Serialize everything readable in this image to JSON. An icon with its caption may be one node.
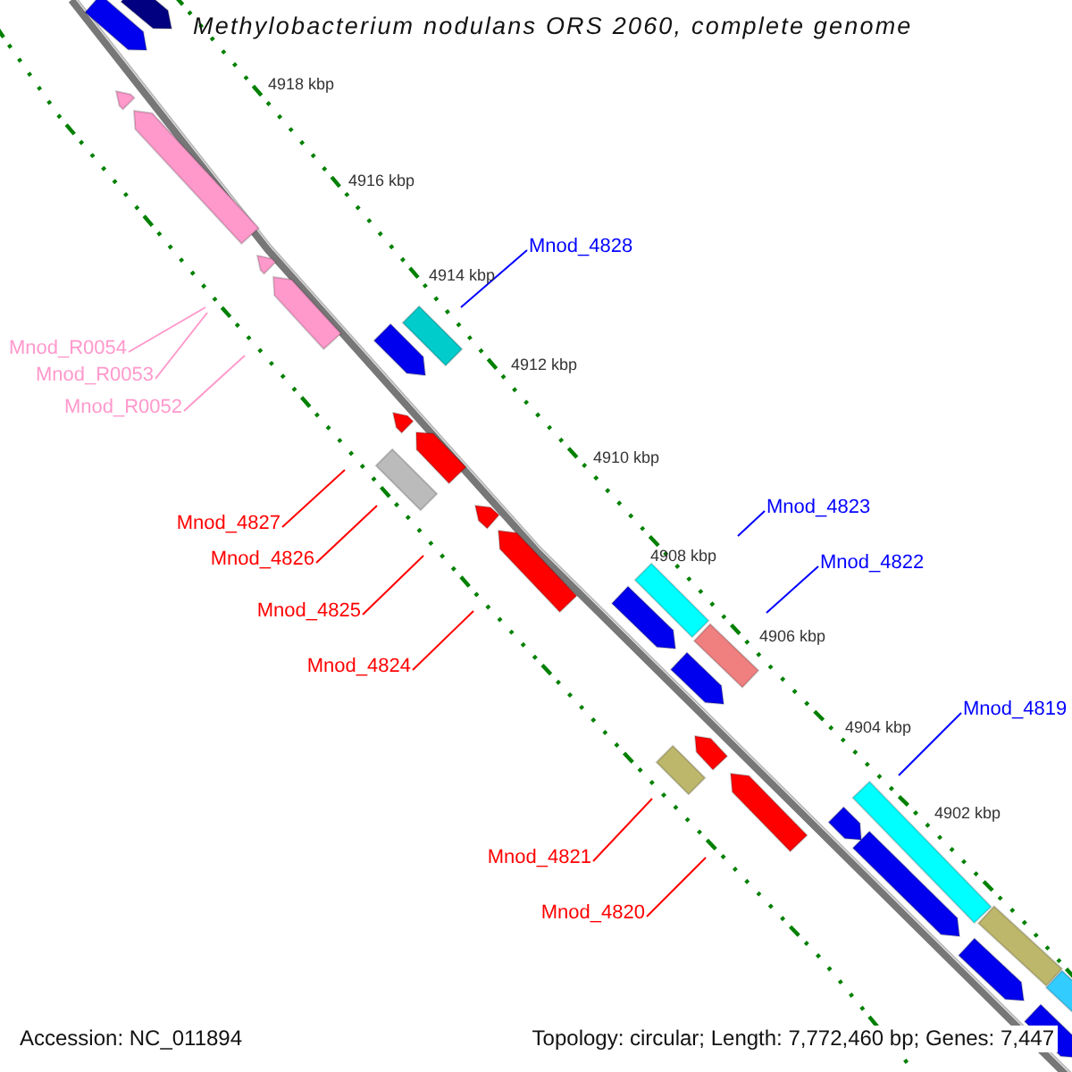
{
  "diagram": {
    "title": "Methylobacterium nodulans ORS 2060, complete genome",
    "nodes": [
      {
        "text": [
          "Mnod_4828"
        ]
      },
      {
        "text": [
          "Mnod_R0054"
        ]
      },
      {
        "text": [
          "Mnod_R0053"
        ]
      },
      {
        "text": [
          "Mnod_R0052"
        ]
      },
      {
        "text": [
          "Mnod_4823"
        ]
      },
      {
        "text": [
          "Mnod_4827"
        ]
      },
      {
        "text": [
          "Mnod_4826"
        ]
      },
      {
        "text": [
          "Mnod_4822"
        ]
      },
      {
        "text": [
          "Mnod_4825"
        ]
      },
      {
        "text": [
          "Mnod_4824"
        ]
      },
      {
        "text": [
          "Mnod_4819"
        ]
      },
      {
        "text": [
          "Mnod_4821"
        ]
      },
      {
        "text": [
          "Mnod_4820"
        ]
      }
    ],
    "edges": [
      {
        "from": 0,
        "to": null,
        "arrow": "none",
        "color": "#0000ff"
      },
      {
        "from": 1,
        "to": null,
        "arrow": "none",
        "color": "#ff99cc"
      },
      {
        "from": 2,
        "to": null,
        "arrow": "none",
        "color": "#ff99cc"
      },
      {
        "from": 3,
        "to": null,
        "arrow": "none",
        "color": "#ff99cc"
      },
      {
        "from": 4,
        "to": null,
        "arrow": "none",
        "color": "#0000ff"
      },
      {
        "from": 5,
        "to": null,
        "arrow": "none"
      },
      {
        "from": 6,
        "to": null,
        "arrow": "none"
      },
      {
        "from": 7,
        "to": null,
        "arrow": "none",
        "color": "#0000ff"
      },
      {
        "from": 8,
        "to": null,
        "arrow": "none"
      },
      {
        "from": 9,
        "to": null,
        "arrow": "none"
      },
      {
        "from": 10,
        "to": null,
        "arrow": "none",
        "color": "#0000ff"
      },
      {
        "from": 11,
        "to": null,
        "arrow": "none"
      },
      {
        "from": 12,
        "to": null,
        "arrow": "none"
      }
    ],
    "labels": [
      "4918 kbp",
      "4916 kbp",
      "4914 kbp",
      "4912 kbp",
      "4910 kbp",
      "4908 kbp",
      "4906 kbp",
      "4904 kbp",
      "4902 kbp",
      "Accession: NC_011894",
      "Topology: circular; Length: 7,772,460 bp; Genes: 7,447"
    ]
  }
}
